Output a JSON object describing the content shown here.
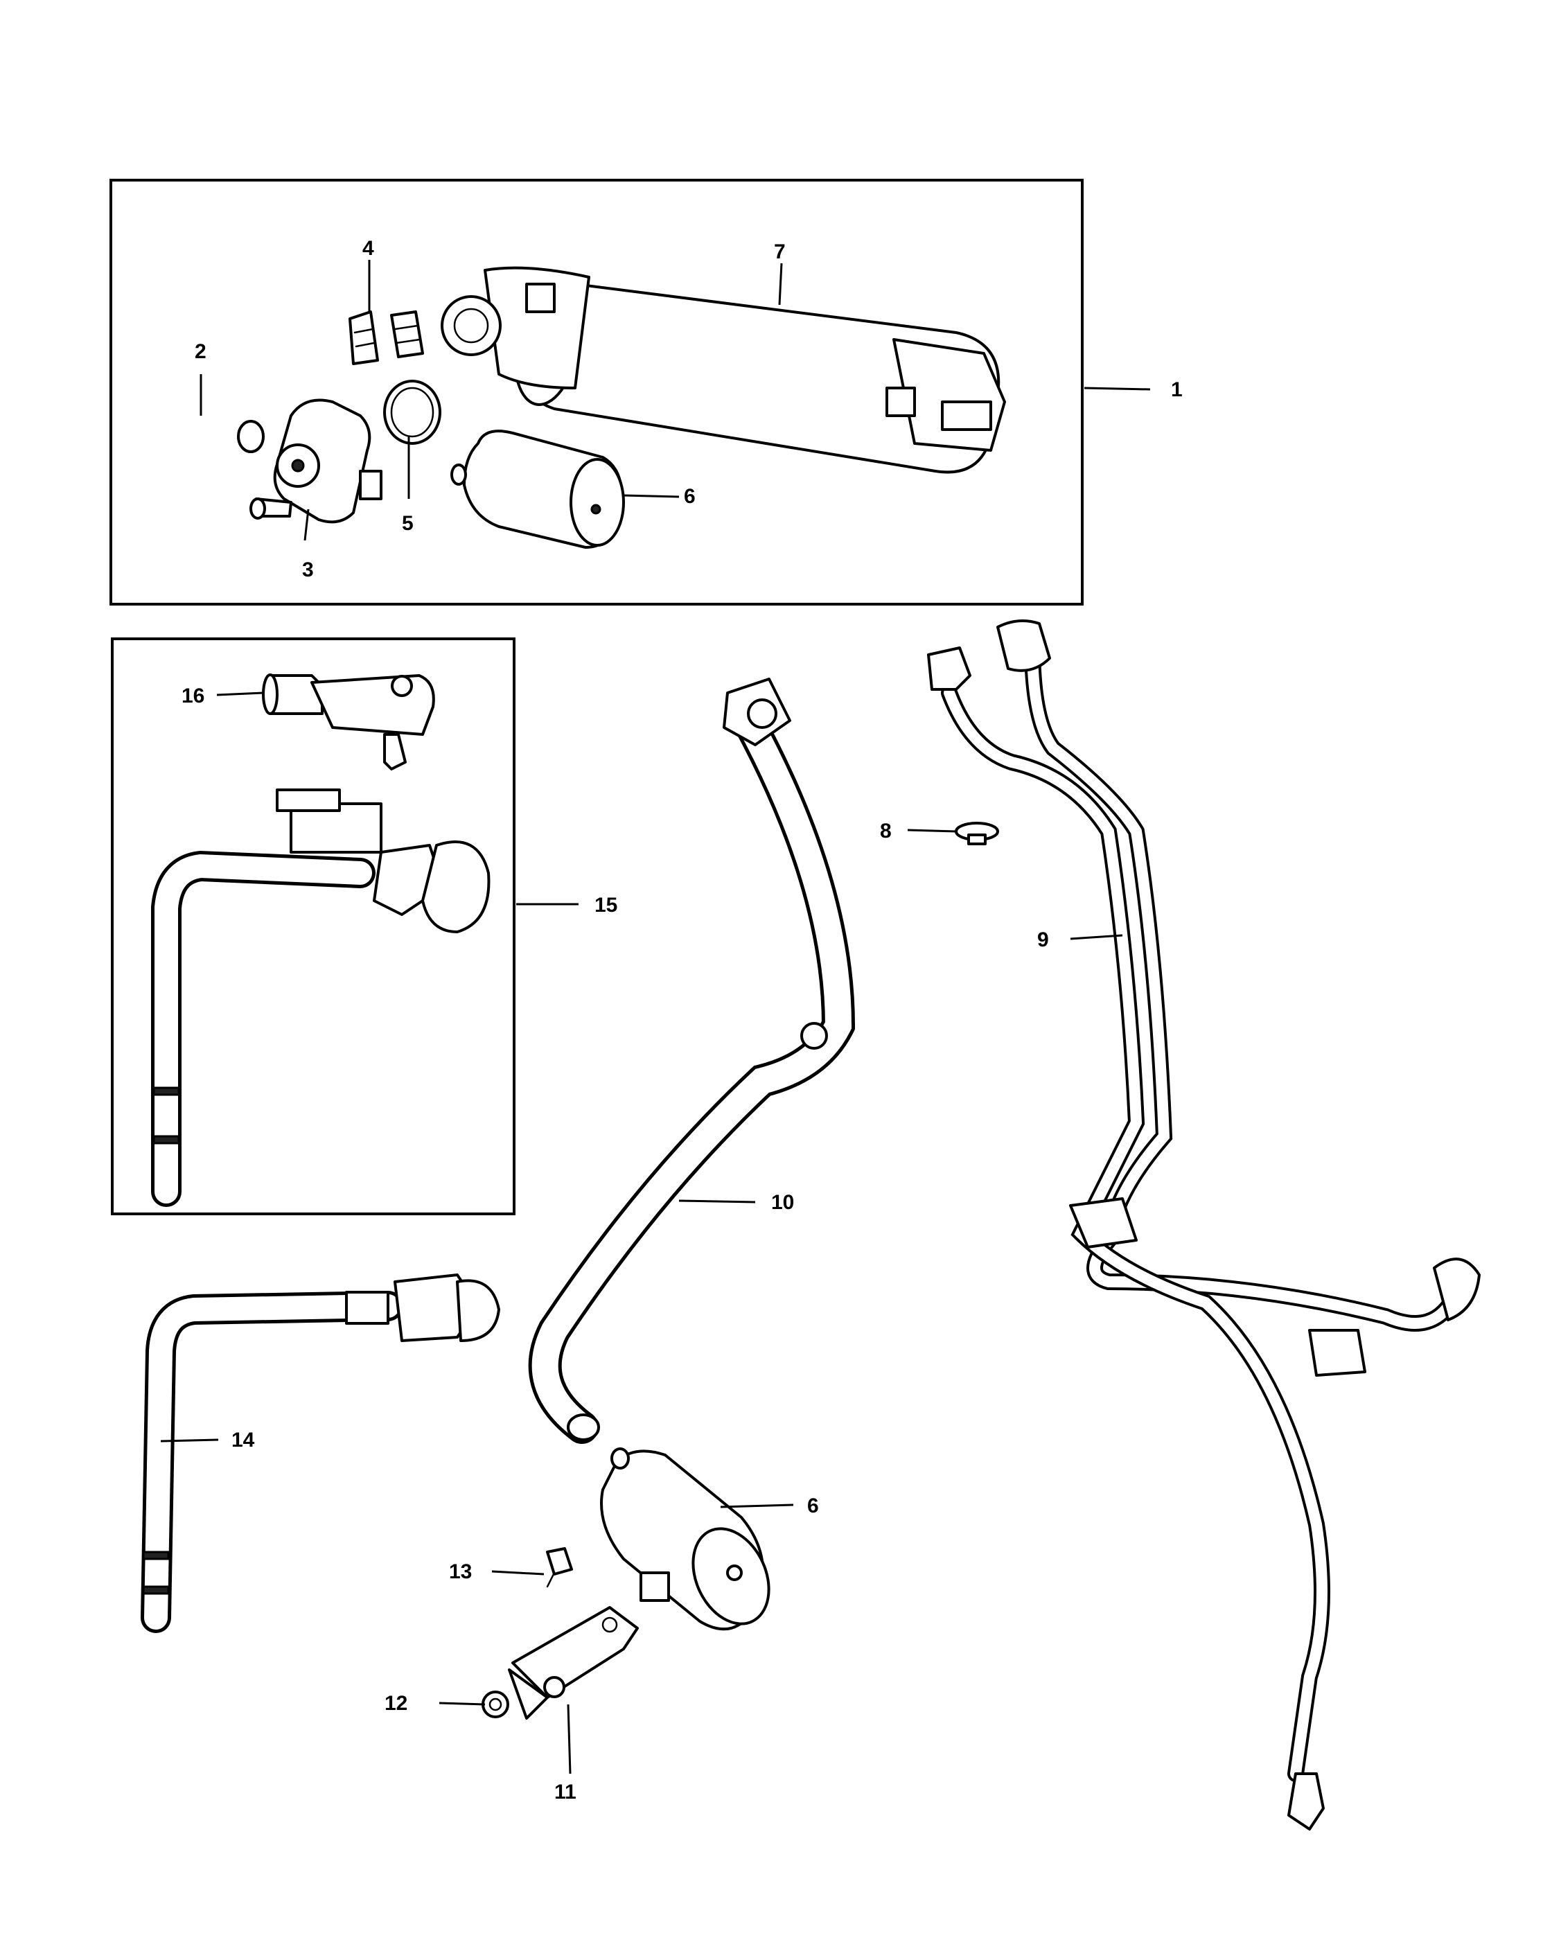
{
  "callouts": [
    {
      "id": "c1",
      "text": "1"
    },
    {
      "id": "c2",
      "text": "2"
    },
    {
      "id": "c3",
      "text": "3"
    },
    {
      "id": "c4",
      "text": "4"
    },
    {
      "id": "c5",
      "text": "5"
    },
    {
      "id": "c6a",
      "text": "6"
    },
    {
      "id": "c7",
      "text": "7"
    },
    {
      "id": "c8",
      "text": "8"
    },
    {
      "id": "c9",
      "text": "9"
    },
    {
      "id": "c10",
      "text": "10"
    },
    {
      "id": "c6b",
      "text": "6"
    },
    {
      "id": "c11",
      "text": "11"
    },
    {
      "id": "c12",
      "text": "12"
    },
    {
      "id": "c13",
      "text": "13"
    },
    {
      "id": "c14",
      "text": "14"
    },
    {
      "id": "c15",
      "text": "15"
    },
    {
      "id": "c16",
      "text": "16"
    }
  ]
}
